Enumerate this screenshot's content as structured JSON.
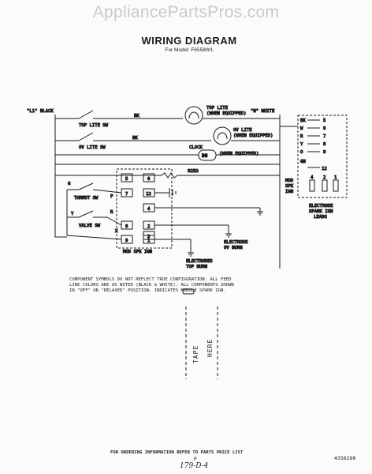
{
  "watermark": "AppliancePartsPros.com",
  "title": "WIRING DIAGRAM",
  "subtitle": "For Model: F6558W1",
  "labels": {
    "l1_black": "\"L1\" BLACK",
    "bk_top": "BK",
    "top_lite_sw": "TOP LITE SW",
    "top_lite_lamp": "TOP LITE",
    "top_lite_equipped": "(WHEN EQUIPPED)",
    "n_white": "\"N\" WHITE",
    "bk_second": "BK",
    "ov_lite_sw": "OV LITE SW",
    "ov_lite_lamp": "OV LITE",
    "ov_lite_equipped": "(WHEN EQUIPPED)",
    "clock": "CLOCK",
    "clock_equipped": "(WHEN EQUIPPED)",
    "clock_symbol": "D8",
    "resistor": "825Ω",
    "thrmst_sw": "THRMST SW",
    "valve_sw": "VALVE SW",
    "mod_spk_ign_bottom": "MOD SPK IGN",
    "mod_spk_ign_side": "MOD\nSPK\nIGN",
    "electrodes_top": "ELECTRODES",
    "electrodes_top2": "TOP BURN",
    "electrode_ov": "ELECTRODE",
    "electrode_ov2": "OV BURN",
    "electrode_spark": "ELECTRODE",
    "electrode_spark2": "SPARK IGN",
    "electrode_spark3": "LEADS",
    "g": "G",
    "y": "Y",
    "r": "R",
    "x": "X",
    "p": "P"
  },
  "terminals": [
    "5",
    "6",
    "7",
    "12",
    "8",
    "4",
    "2",
    "3",
    "9",
    "1"
  ],
  "harness": {
    "left": [
      "BK",
      "W",
      "R",
      "Y",
      "O",
      "GN"
    ],
    "right": [
      "5",
      "6",
      "7",
      "8",
      "9",
      "12"
    ],
    "bottom": [
      "4",
      "2",
      "1"
    ]
  },
  "notes": [
    "COMPONENT SYMBOLS DO NOT REFLECT TRUE CONFIGURATION.  ALL FEED",
    "LINE COLORS ARE AS NOTED (BLACK & WHITE).  ALL COMPONENTS SHOWN",
    "IN \"OFF\" OR \"RELAXED\" POSITION.    INDICATES MODULE SPARK IGN."
  ],
  "tape": [
    "TAPE",
    "HERE"
  ],
  "footer": "FOR ORDERING INFORMATION REFER TO PARTS PRICE LIST",
  "page_number": "P",
  "handwritten": "179-D-4",
  "part_number": "4356260"
}
